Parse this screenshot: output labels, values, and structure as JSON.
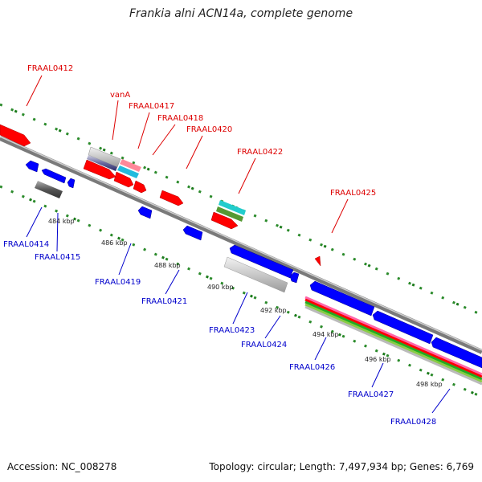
{
  "title": "Frankia alni ACN14a, complete genome",
  "footer": {
    "accession": "Accession: NC_008278",
    "topology": "Topology: circular; Length: 7,497,934 bp; Genes: 6,769"
  },
  "colors": {
    "backbone": "#7a7a7a",
    "forward_gene": "#ff0000",
    "reverse_gene": "#0000ff",
    "dots": "#2a8a2a",
    "label_forward": "#dd0000",
    "label_reverse": "#0000cc"
  },
  "scale_labels": [
    "484 kbp",
    "486 kbp",
    "488 kbp",
    "490 kbp",
    "492 kbp",
    "494 kbp",
    "496 kbp",
    "498 kbp"
  ],
  "gene_labels_top": [
    "FRAAL0412",
    "vanA",
    "FRAAL0417",
    "FRAAL0418",
    "FRAAL0420",
    "FRAAL0422",
    "FRAAL0425"
  ],
  "gene_labels_bottom": [
    "FRAAL0414",
    "FRAAL0415",
    "FRAAL0419",
    "FRAAL0421",
    "FRAAL0423",
    "FRAAL0424",
    "FRAAL0426",
    "FRAAL0427",
    "FRAAL0428"
  ]
}
